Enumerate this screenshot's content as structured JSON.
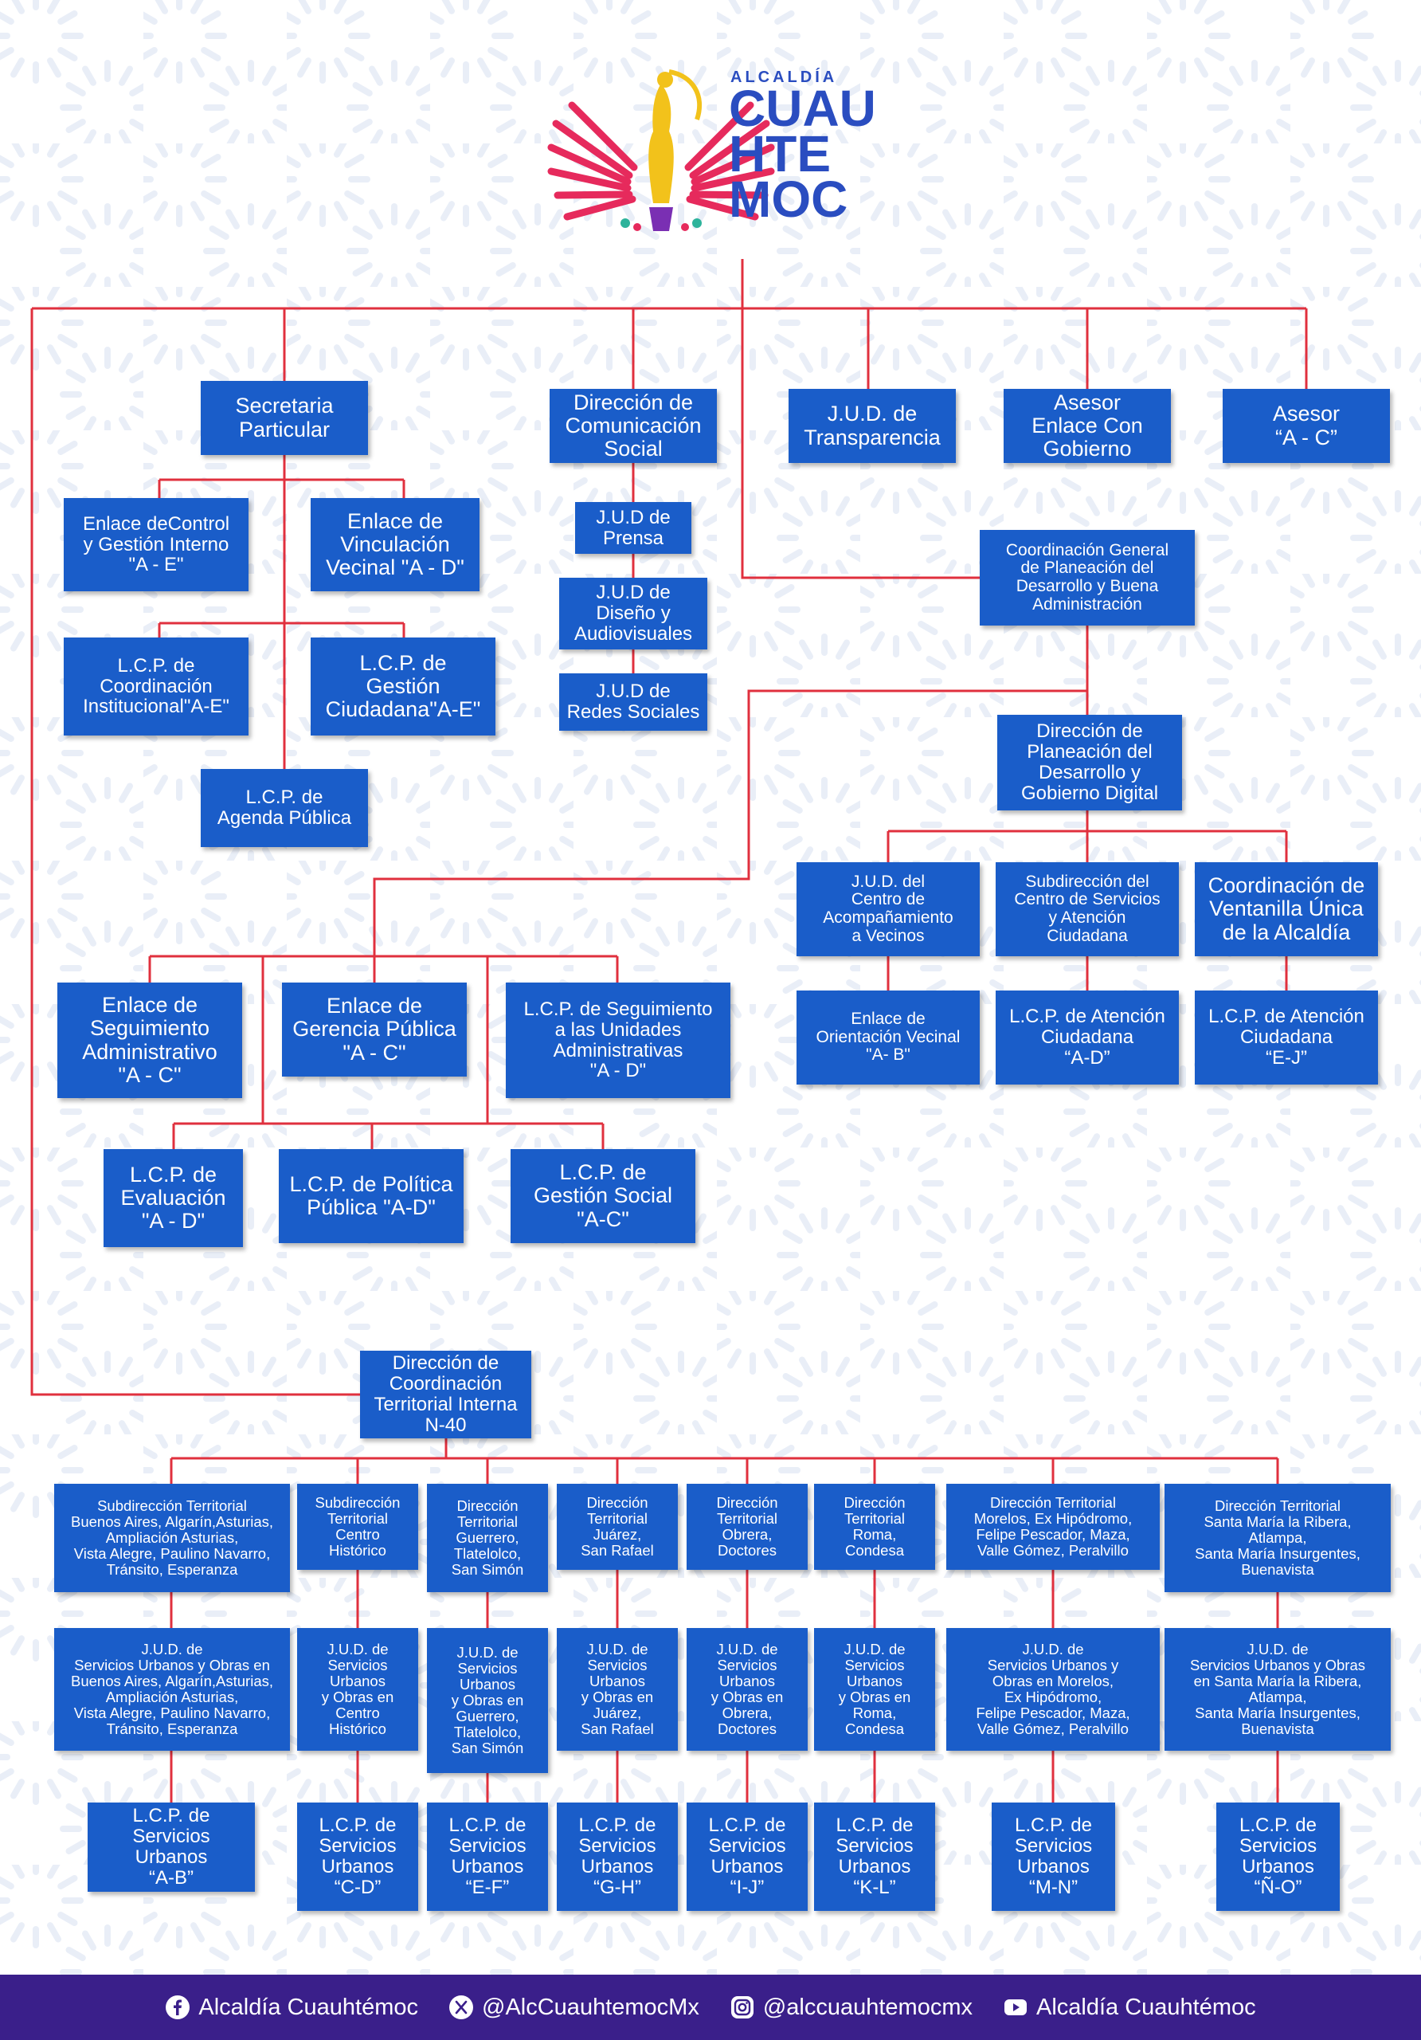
{
  "logo": {
    "small": "ALCALDÍA",
    "line1": "CUAU",
    "line2": "HTE",
    "line3": "MOC"
  },
  "colors": {
    "box": "#1a5dc9",
    "line": "#e0303e",
    "footer": "#3a1f8a",
    "logo_text": "#2a4dc0",
    "logo_gold": "#f2c21b"
  },
  "top": {
    "secretaria": "Secretaria\nParticular",
    "comunicacion": "Dirección de\nComunicación\nSocial",
    "transparencia": "J.U.D. de\nTransparencia",
    "asesor_enlace": "Asesor\nEnlace Con\nGobierno",
    "asesor_ac": "Asesor\n“A - C”"
  },
  "secretaria_children": {
    "enlace_control": "Enlace deControl\ny Gestión Interno\n\"A - E\"",
    "enlace_vinculacion": "Enlace de\nVinculación\nVecinal \"A - D\"",
    "lcp_coordinacion": "L.C.P. de\nCoordinación\nInstitucional\"A-E\"",
    "lcp_gestion_ciudadana": "L.C.P. de\nGestión\nCiudadana\"A-E\"",
    "lcp_agenda": "L.C.P. de\nAgenda Pública"
  },
  "comunicacion_children": {
    "prensa": "J.U.D de\nPrensa",
    "diseno": "J.U.D de\nDiseño y\nAudiovisuales",
    "redes": "J.U.D de\nRedes Sociales"
  },
  "coordinacion_general": "Coordinación General\nde Planeación del\nDesarrollo y Buena\nAdministración",
  "direccion_planeacion": "Dirección de\nPlaneación del\nDesarrollo y\nGobierno Digital",
  "planeacion_children": {
    "jud_centro": "J.U.D. del\nCentro de\nAcompañamiento\na Vecinos",
    "subdireccion_centro": "Subdirección del\nCentro de Servicios\ny Atención\nCiudadana",
    "coordinacion_ventanilla": "Coordinación de\nVentanilla Única\nde la Alcaldía",
    "enlace_orientacion": "Enlace de\nOrientación Vecinal\n\"A- B\"",
    "lcp_atencion_ad": "L.C.P. de Atención\nCiudadana\n“A-D”",
    "lcp_atencion_ej": "L.C.P. de Atención\nCiudadana\n“E-J”"
  },
  "admin_children": {
    "enlace_seguimiento": "Enlace de\nSeguimiento\nAdministrativo\n\"A - C\"",
    "enlace_gerencia": "Enlace de\nGerencia Pública\n\"A - C\"",
    "lcp_seguimiento_unidades": "L.C.P. de Seguimiento\na las Unidades\nAdministrativas\n\"A - D\"",
    "lcp_evaluacion": "L.C.P. de\nEvaluación\n\"A - D\"",
    "lcp_politica": "L.C.P. de Política\nPública \"A-D\"",
    "lcp_gestion_social": "L.C.P. de\nGestión Social\n\"A-C\""
  },
  "direccion_territorial_interna": "Dirección de\nCoordinación\nTerritorial Interna\nN-40",
  "territorial": [
    {
      "dir": "Subdirección Territorial\nBuenos Aires, Algarín,Asturias,\nAmpliación Asturias,\nVista Alegre, Paulino Navarro,\nTránsito, Esperanza",
      "jud": "J.U.D. de\nServicios Urbanos y Obras en\nBuenos Aires, Algarín,Asturias,\nAmpliación Asturias,\nVista Alegre, Paulino Navarro,\nTránsito, Esperanza",
      "lcp": "L.C.P. de\nServicios\nUrbanos\n“A-B”"
    },
    {
      "dir": "Subdirección\nTerritorial\nCentro\nHistórico",
      "jud": "J.U.D. de\nServicios\nUrbanos\ny Obras en\nCentro\nHistórico",
      "lcp": "L.C.P. de\nServicios\nUrbanos\n“C-D”"
    },
    {
      "dir": "Dirección\nTerritorial\nGuerrero,\nTlatelolco,\nSan Simón",
      "jud": "J.U.D. de\nServicios\nUrbanos\ny Obras en\nGuerrero,\nTlatelolco,\nSan Simón",
      "lcp": "L.C.P. de\nServicios\nUrbanos\n“E-F”"
    },
    {
      "dir": "Dirección\nTerritorial\nJuárez,\nSan Rafael",
      "jud": "J.U.D. de\nServicios\nUrbanos\ny Obras en\nJuárez,\nSan Rafael",
      "lcp": "L.C.P. de\nServicios\nUrbanos\n“G-H”"
    },
    {
      "dir": "Dirección\nTerritorial\nObrera,\nDoctores",
      "jud": "J.U.D. de\nServicios\nUrbanos\ny Obras en\nObrera,\nDoctores",
      "lcp": "L.C.P. de\nServicios\nUrbanos\n“I-J”"
    },
    {
      "dir": "Dirección\nTerritorial\nRoma,\nCondesa",
      "jud": "J.U.D. de\nServicios\nUrbanos\ny Obras en\nRoma,\nCondesa",
      "lcp": "L.C.P. de\nServicios\nUrbanos\n“K-L”"
    },
    {
      "dir": "Dirección Territorial\nMorelos, Ex Hipódromo,\nFelipe Pescador, Maza,\nValle Gómez, Peralvillo",
      "jud": "J.U.D. de\nServicios Urbanos y\nObras en Morelos,\nEx Hipódromo,\nFelipe Pescador, Maza,\nValle Gómez, Peralvillo",
      "lcp": "L.C.P. de\nServicios\nUrbanos\n“M-N”"
    },
    {
      "dir": "Dirección Territorial\nSanta María la Ribera,\nAtlampa,\nSanta María Insurgentes,\nBuenavista",
      "jud": "J.U.D. de\nServicios Urbanos y Obras\nen Santa María la Ribera,\nAtlampa,\nSanta María Insurgentes,\nBuenavista",
      "lcp": "L.C.P. de\nServicios\nUrbanos\n“Ñ-O”"
    }
  ],
  "footer": {
    "facebook": "Alcaldía Cuauhtémoc",
    "x": "@AlcCuauhtemocMx",
    "instagram": "@alccuauhtemocmx",
    "youtube": "Alcaldía Cuauhtémoc"
  }
}
